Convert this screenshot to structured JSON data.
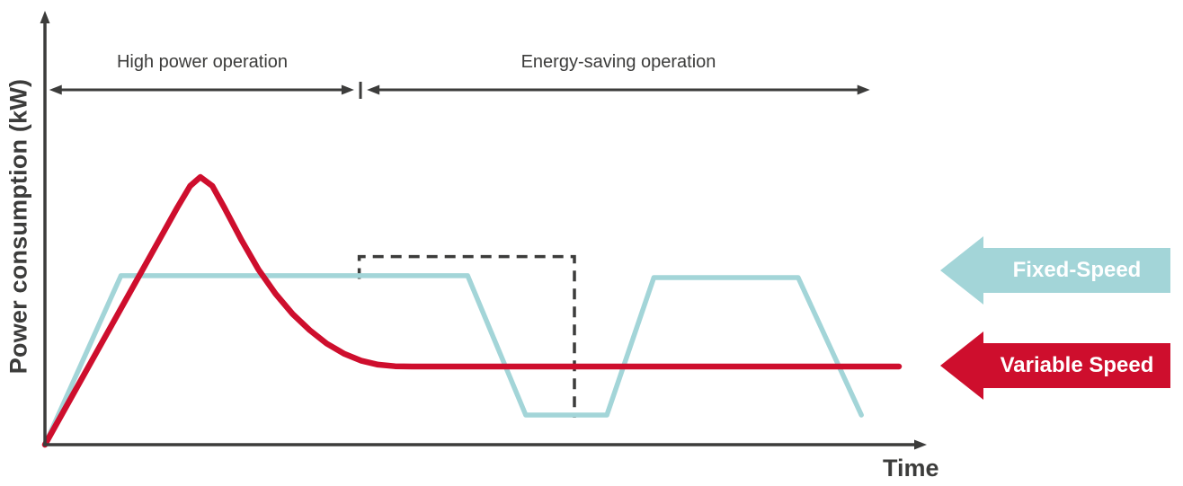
{
  "colors": {
    "background": "#ffffff",
    "axis": "#3c3c3b",
    "text": "#3c3c3b",
    "teal": "#a3d5d8",
    "red": "#ce0e2d",
    "legend_text": "#ffffff"
  },
  "labels": {
    "y_axis": "Power consumption (kW)",
    "x_axis": "Time",
    "phase_high": "High power operation",
    "phase_saving": "Energy-saving operation",
    "legend_fixed": "Fixed-Speed",
    "legend_variable": "Variable Speed"
  },
  "chart_data": {
    "type": "line",
    "title": "",
    "xlabel": "Time",
    "ylabel": "Power consumption (kW)",
    "xlim": [
      0,
      100
    ],
    "ylim": [
      0,
      110
    ],
    "grid": false,
    "axes_arrows": true,
    "legend_position": "right",
    "phases": [
      {
        "label": "High power operation",
        "x_start": 0.5,
        "x_end": 36.2
      },
      {
        "label": "Energy-saving operation",
        "x_start": 37.7,
        "x_end": 96.6
      }
    ],
    "phase_divider_x": 36.95,
    "series": [
      {
        "name": "Fixed-Speed",
        "color": "#a3d5d8",
        "style": "solid",
        "points": [
          [
            0,
            0
          ],
          [
            8.9,
            62.7
          ],
          [
            49.5,
            62.7
          ],
          [
            56.3,
            11
          ],
          [
            65.8,
            11
          ],
          [
            71.3,
            62
          ],
          [
            88.2,
            62
          ],
          [
            95.6,
            11
          ]
        ]
      },
      {
        "name": "Variable Speed",
        "color": "#ce0e2d",
        "style": "solid",
        "points": [
          [
            0,
            0
          ],
          [
            15.5,
            88
          ],
          [
            17,
            96
          ],
          [
            18.2,
            99.3
          ],
          [
            19.6,
            96
          ],
          [
            21,
            88
          ],
          [
            23,
            76
          ],
          [
            25,
            65
          ],
          [
            27,
            56
          ],
          [
            29,
            48.5
          ],
          [
            31,
            42.5
          ],
          [
            33,
            37.5
          ],
          [
            35,
            33.8
          ],
          [
            37,
            31.2
          ],
          [
            39,
            29.7
          ],
          [
            41,
            29.1
          ],
          [
            43,
            29
          ],
          [
            100,
            29
          ]
        ]
      }
    ],
    "annotations": [
      {
        "name": "fixed-speed-extra-power-outline",
        "style": "dashed",
        "color": "#3c3c3b",
        "points": [
          [
            36.8,
            61.5
          ],
          [
            36.8,
            69.8
          ],
          [
            62.0,
            69.8
          ],
          [
            62.0,
            10
          ]
        ]
      }
    ]
  }
}
